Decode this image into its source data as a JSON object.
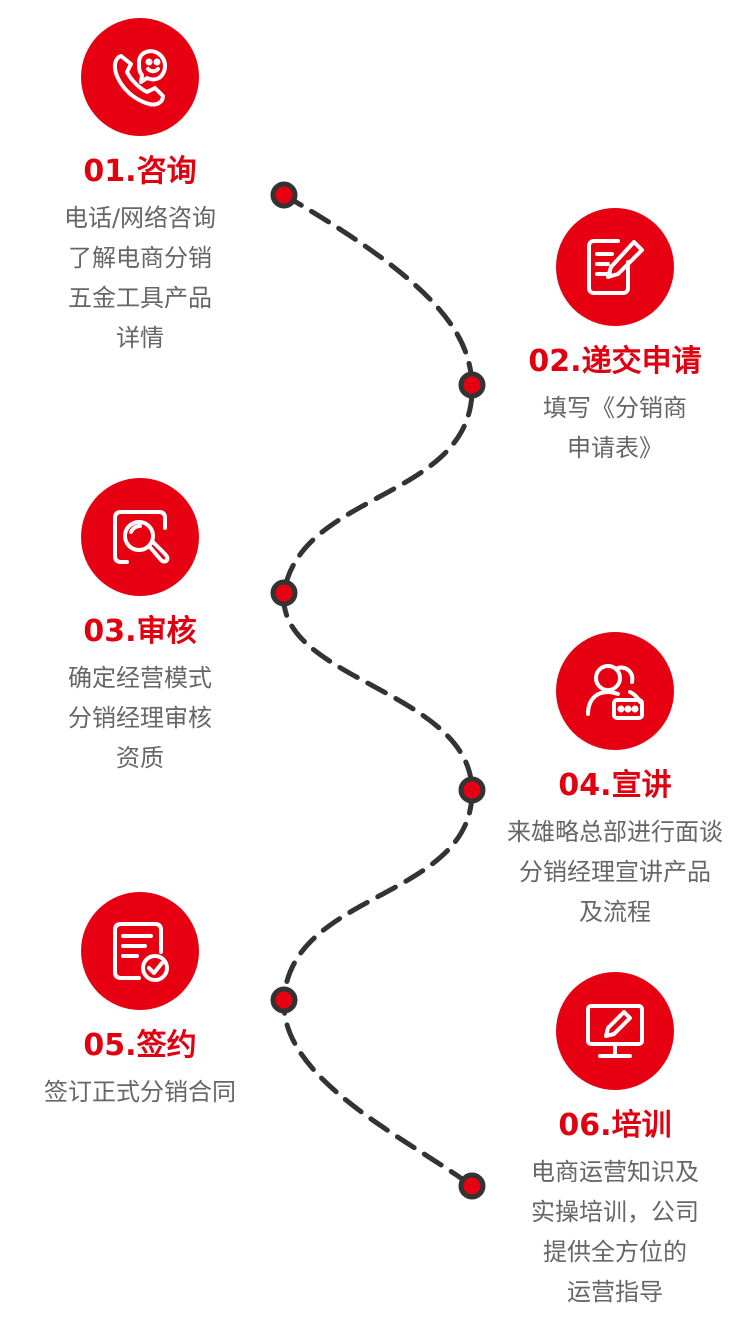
{
  "colors": {
    "accent": "#e60012",
    "title": "#e00010",
    "text": "#666666",
    "path": "#333333"
  },
  "steps": [
    {
      "icon": "phone-smile-icon",
      "title": "01.咨询",
      "desc": [
        "电话/网络咨询",
        "了解电商分销",
        "五金工具产品",
        "详情"
      ]
    },
    {
      "icon": "edit-form-icon",
      "title": "02.递交申请",
      "desc": [
        "填写《分销商",
        "申请表》"
      ]
    },
    {
      "icon": "search-review-icon",
      "title": "03.审核",
      "desc": [
        "确定经营模式",
        "分销经理审核",
        "资质"
      ]
    },
    {
      "icon": "users-chat-icon",
      "title": "04.宣讲",
      "desc": [
        "来雄略总部进行面谈",
        "分销经理宣讲产品",
        "及流程"
      ]
    },
    {
      "icon": "contract-check-icon",
      "title": "05.签约",
      "desc": [
        "签订正式分销合同"
      ]
    },
    {
      "icon": "monitor-pen-icon",
      "title": "06.培训",
      "desc": [
        "电商运营知识及",
        "实操培训，公司",
        "提供全方位的",
        "运营指导"
      ]
    }
  ]
}
